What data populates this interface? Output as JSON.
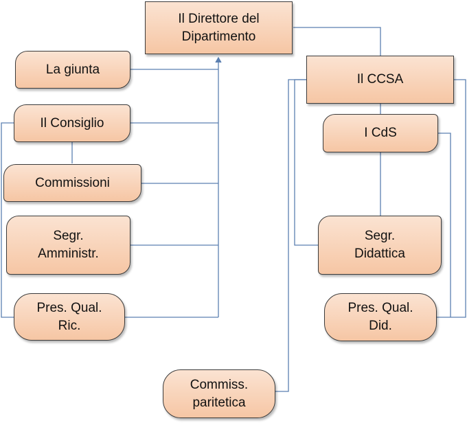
{
  "diagram": {
    "colors": {
      "node_fill_top": "#fbe3d2",
      "node_fill_bottom": "#f6c6a4",
      "connector": "#5b7fb0",
      "border": "#3a3a3a"
    },
    "nodes": {
      "direttore": {
        "line1": "Il Direttore del",
        "line2": "Dipartimento"
      },
      "giunta": {
        "line1": "La giunta"
      },
      "consiglio": {
        "line1": "Il Consiglio"
      },
      "commissioni": {
        "line1": "Commissioni"
      },
      "segr_amm": {
        "line1": "Segr.",
        "line2": "Amministr."
      },
      "pres_ric": {
        "line1": "Pres. Qual.",
        "line2": "Ric."
      },
      "ccsa": {
        "line1": "Il CCSA"
      },
      "cds": {
        "line1": "I CdS"
      },
      "segr_did": {
        "line1": "Segr.",
        "line2": "Didattica"
      },
      "pres_did": {
        "line1": "Pres. Qual.",
        "line2": "Did."
      },
      "paritetica": {
        "line1": "Commiss.",
        "line2": "paritetica"
      }
    }
  }
}
